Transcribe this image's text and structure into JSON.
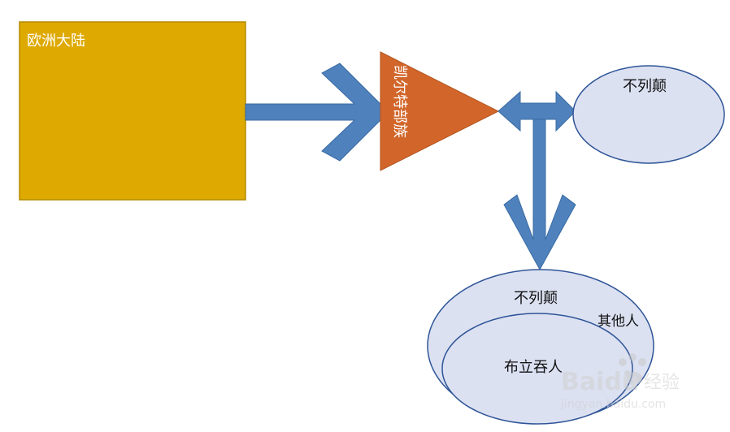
{
  "nodes": {
    "continent": {
      "label": "欧洲大陆",
      "fill": "#dea900"
    },
    "celts": {
      "label": "凯尔特部族",
      "fill": "#d2662a"
    },
    "britain_top": {
      "label": "不列颠",
      "fill": "#dce1f2"
    },
    "britain_outer": {
      "label": "不列颠",
      "fill": "#dce1f2"
    },
    "others": {
      "label": "其他人"
    },
    "brythons": {
      "label": "布立吞人",
      "fill": "#dce1f2"
    }
  },
  "colors": {
    "arrow": "#4f81bd",
    "ellipse_stroke": "#2f5597",
    "box_stroke": "#b38b00"
  },
  "watermark": {
    "brand": "Baidu",
    "suffix": "经验",
    "url": "jingyan.baidu.com"
  }
}
